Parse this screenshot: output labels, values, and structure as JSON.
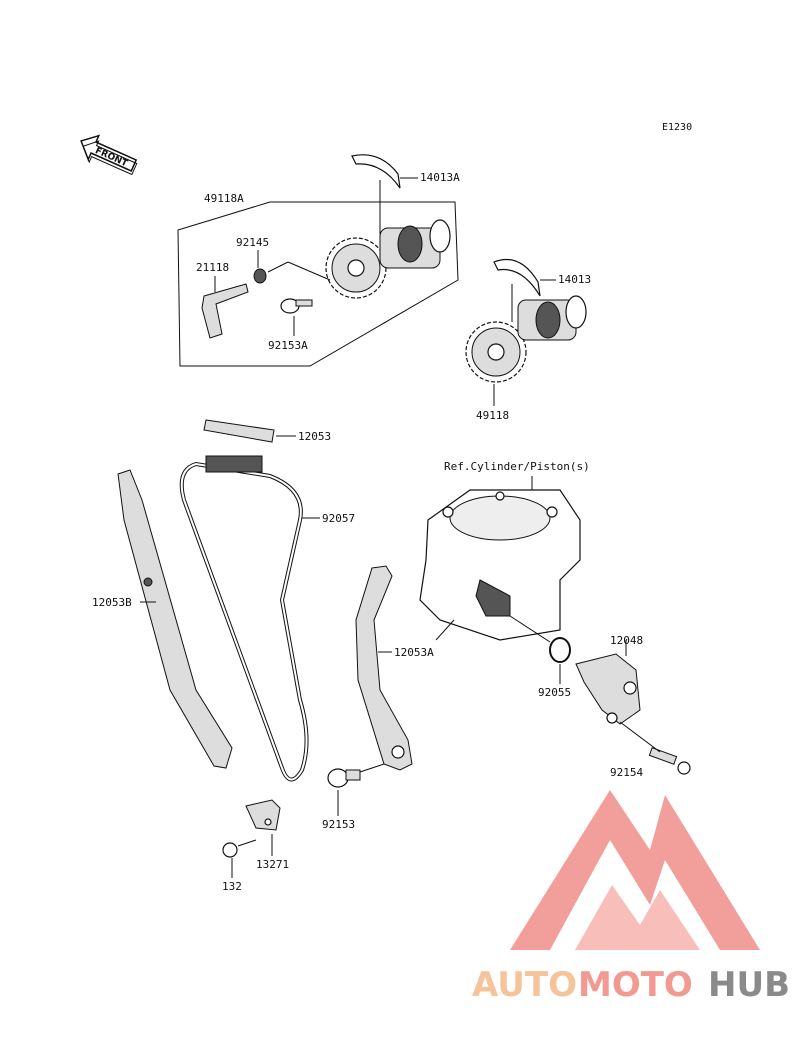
{
  "diagram": {
    "code": "E1230",
    "front_label": "FRONT",
    "reference": "Ref.Cylinder/Piston(s)",
    "parts": {
      "p14013A": "14013A",
      "p49118A": "49118A",
      "p92145": "92145",
      "p21118": "21118",
      "p92153A": "92153A",
      "p14013": "14013",
      "p49118": "49118",
      "p12053": "12053",
      "p92057": "92057",
      "p12053B": "12053B",
      "p12053A": "12053A",
      "p92153": "92153",
      "p13271": "13271",
      "p132": "132",
      "p12048": "12048",
      "p92055": "92055",
      "p92154": "92154"
    }
  },
  "watermark": {
    "part1": "AUTO",
    "part2": "MOTO",
    "part3": "HUB",
    "color_auto": "#f5c49a",
    "color_moto": "#f29a92",
    "color_hub": "#8a8a8a",
    "logo_color": "#f08f8a"
  }
}
